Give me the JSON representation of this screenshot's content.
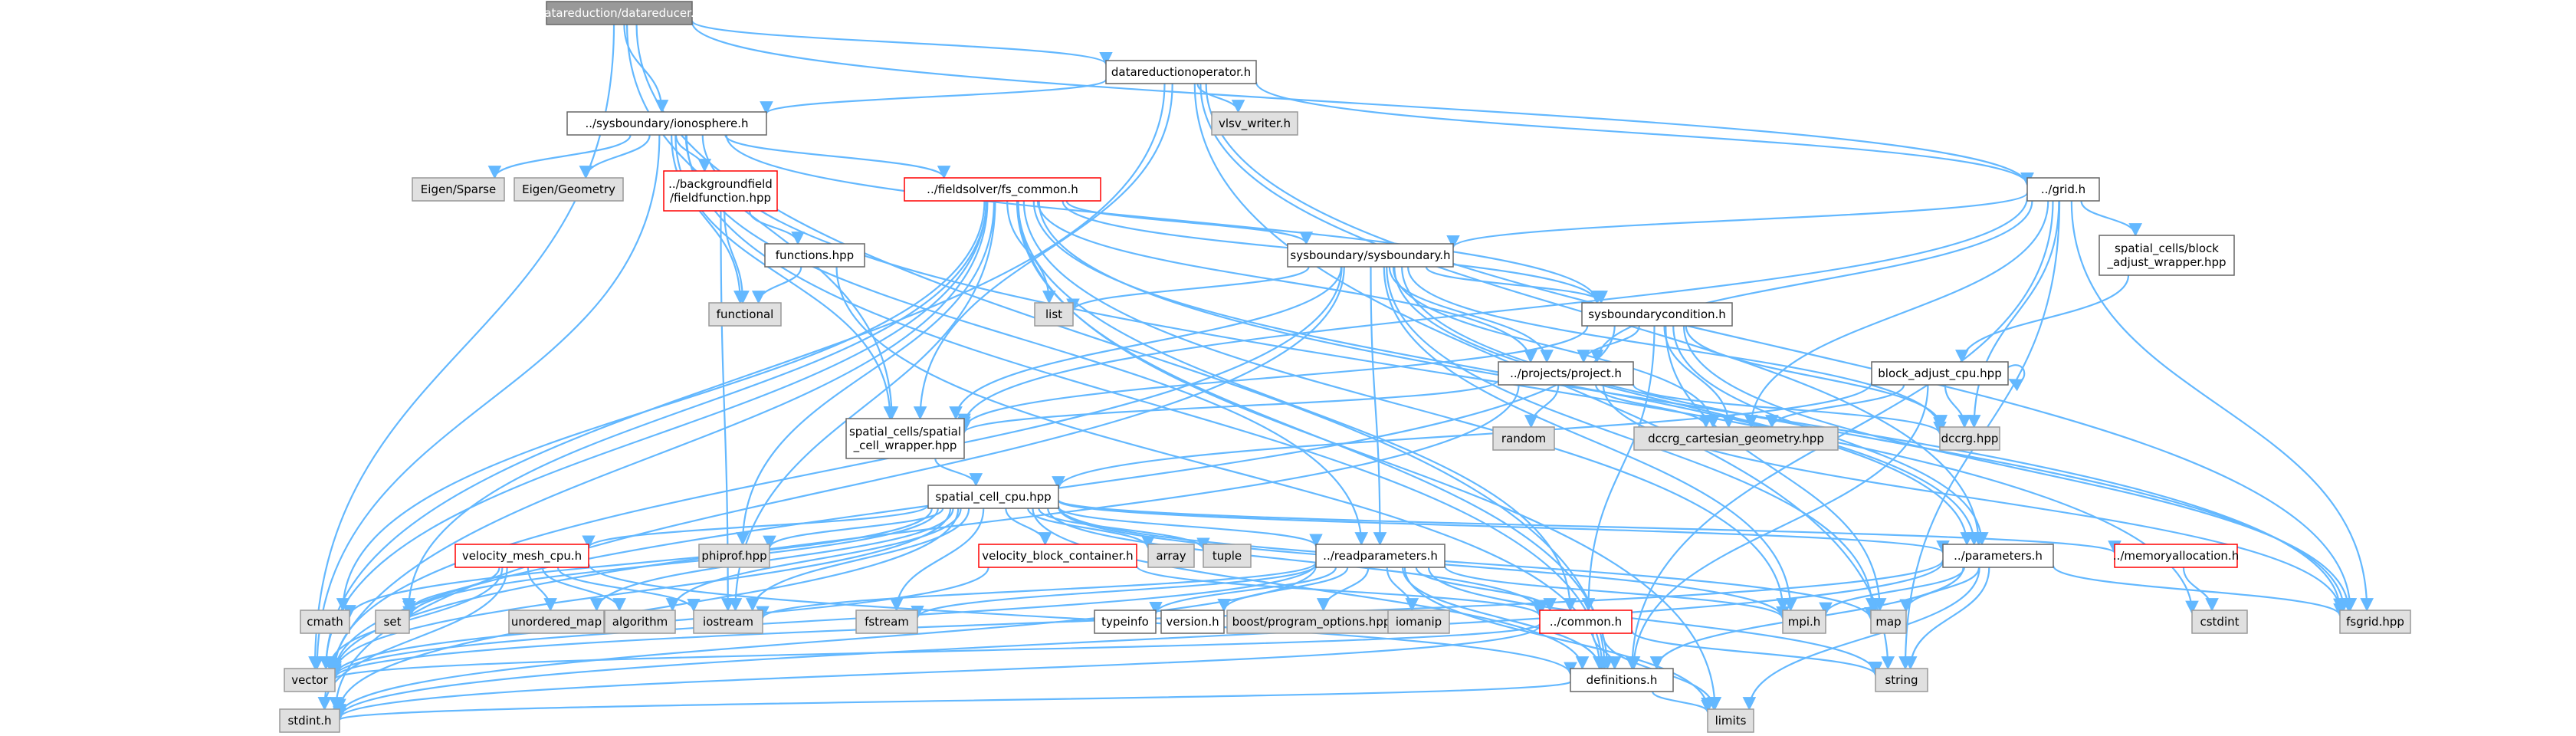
{
  "colors": {
    "edge": "#63b8ff",
    "root_fill": "#999999",
    "root_text": "#ffffff",
    "node_fill": "#ffffff",
    "node_border": "#666666",
    "system_fill": "#e0e0e0",
    "system_border": "#999999",
    "truncated_border": "#ff0000"
  },
  "nodes": {
    "root": {
      "lines": [
        "datareduction/datareducer.h"
      ],
      "kind": "root"
    },
    "dro": {
      "lines": [
        "datareductionoperator.h"
      ],
      "kind": "normal"
    },
    "vlsv": {
      "lines": [
        "vlsv_writer.h"
      ],
      "kind": "system"
    },
    "iono": {
      "lines": [
        "../sysboundary/ionosphere.h"
      ],
      "kind": "normal"
    },
    "grid": {
      "lines": [
        "../grid.h"
      ],
      "kind": "normal"
    },
    "eigen_sparse": {
      "lines": [
        "Eigen/Sparse"
      ],
      "kind": "system"
    },
    "eigen_geom": {
      "lines": [
        "Eigen/Geometry"
      ],
      "kind": "system"
    },
    "bgfield": {
      "lines": [
        "../backgroundfield",
        "/fieldfunction.hpp"
      ],
      "kind": "truncated"
    },
    "fscommon": {
      "lines": [
        "../fieldsolver/fs_common.h"
      ],
      "kind": "truncated"
    },
    "functionshpp": {
      "lines": [
        "functions.hpp"
      ],
      "kind": "normal"
    },
    "functional": {
      "lines": [
        "functional"
      ],
      "kind": "system"
    },
    "sysb": {
      "lines": [
        "sysboundary/sysboundary.h"
      ],
      "kind": "normal"
    },
    "sbabw": {
      "lines": [
        "spatial_cells/block",
        "_adjust_wrapper.hpp"
      ],
      "kind": "normal"
    },
    "list": {
      "lines": [
        "list"
      ],
      "kind": "system"
    },
    "sbcond": {
      "lines": [
        "sysboundarycondition.h"
      ],
      "kind": "normal"
    },
    "bacpu": {
      "lines": [
        "block_adjust_cpu.hpp"
      ],
      "kind": "normal"
    },
    "project": {
      "lines": [
        "../projects/project.h"
      ],
      "kind": "normal"
    },
    "random": {
      "lines": [
        "random"
      ],
      "kind": "system"
    },
    "dccrg_cart": {
      "lines": [
        "dccrg_cartesian_geometry.hpp"
      ],
      "kind": "system"
    },
    "dccrg": {
      "lines": [
        "dccrg.hpp"
      ],
      "kind": "system"
    },
    "scw": {
      "lines": [
        "spatial_cells/spatial",
        "_cell_wrapper.hpp"
      ],
      "kind": "normal"
    },
    "sccpu": {
      "lines": [
        "spatial_cell_cpu.hpp"
      ],
      "kind": "normal"
    },
    "vmesh": {
      "lines": [
        "velocity_mesh_cpu.h"
      ],
      "kind": "truncated"
    },
    "phiprof": {
      "lines": [
        "phiprof.hpp"
      ],
      "kind": "system"
    },
    "vbc": {
      "lines": [
        "velocity_block_container.h"
      ],
      "kind": "truncated"
    },
    "array": {
      "lines": [
        "array"
      ],
      "kind": "system"
    },
    "tuple": {
      "lines": [
        "tuple"
      ],
      "kind": "system"
    },
    "readparams": {
      "lines": [
        "../readparameters.h"
      ],
      "kind": "normal"
    },
    "params": {
      "lines": [
        "../parameters.h"
      ],
      "kind": "normal"
    },
    "memalloc": {
      "lines": [
        "../memoryallocation.h"
      ],
      "kind": "truncated"
    },
    "cstdint": {
      "lines": [
        "cstdint"
      ],
      "kind": "system"
    },
    "fsgrid": {
      "lines": [
        "fsgrid.hpp"
      ],
      "kind": "system"
    },
    "cmath": {
      "lines": [
        "cmath"
      ],
      "kind": "system"
    },
    "set": {
      "lines": [
        "set"
      ],
      "kind": "system"
    },
    "unordered_map": {
      "lines": [
        "unordered_map"
      ],
      "kind": "system"
    },
    "algorithm": {
      "lines": [
        "algorithm"
      ],
      "kind": "system"
    },
    "iostream": {
      "lines": [
        "iostream"
      ],
      "kind": "system"
    },
    "fstream": {
      "lines": [
        "fstream"
      ],
      "kind": "system"
    },
    "typeinfo": {
      "lines": [
        "typeinfo"
      ],
      "kind": "normal"
    },
    "version": {
      "lines": [
        "version.h"
      ],
      "kind": "normal"
    },
    "boostpo": {
      "lines": [
        "boost/program_options.hpp"
      ],
      "kind": "system"
    },
    "iomanip": {
      "lines": [
        "iomanip"
      ],
      "kind": "system"
    },
    "common": {
      "lines": [
        "../common.h"
      ],
      "kind": "truncated"
    },
    "mpi": {
      "lines": [
        "mpi.h"
      ],
      "kind": "system"
    },
    "map": {
      "lines": [
        "map"
      ],
      "kind": "system"
    },
    "vector": {
      "lines": [
        "vector"
      ],
      "kind": "system"
    },
    "string": {
      "lines": [
        "string"
      ],
      "kind": "system"
    },
    "definitions": {
      "lines": [
        "definitions.h"
      ],
      "kind": "normal"
    },
    "stdint": {
      "lines": [
        "stdint.h"
      ],
      "kind": "system"
    },
    "limits": {
      "lines": [
        "limits"
      ],
      "kind": "system"
    }
  },
  "edges": [
    [
      "root",
      "dro"
    ],
    [
      "root",
      "iono"
    ],
    [
      "root",
      "grid"
    ],
    [
      "root",
      "scw"
    ],
    [
      "root",
      "vector"
    ],
    [
      "root",
      "definitions"
    ],
    [
      "dro",
      "vlsv"
    ],
    [
      "dro",
      "iono"
    ],
    [
      "dro",
      "grid"
    ],
    [
      "dro",
      "params"
    ],
    [
      "dro",
      "fsgrid"
    ],
    [
      "dro",
      "vector"
    ],
    [
      "dro",
      "scw"
    ],
    [
      "dro",
      "string"
    ],
    [
      "iono",
      "eigen_sparse"
    ],
    [
      "iono",
      "eigen_geom"
    ],
    [
      "iono",
      "bgfield"
    ],
    [
      "iono",
      "fscommon"
    ],
    [
      "iono",
      "functional"
    ],
    [
      "iono",
      "sbcond"
    ],
    [
      "iono",
      "scw"
    ],
    [
      "iono",
      "readparams"
    ],
    [
      "iono",
      "vector"
    ],
    [
      "iono",
      "cstdint"
    ],
    [
      "iono",
      "definitions"
    ],
    [
      "bgfield",
      "functionshpp"
    ],
    [
      "bgfield",
      "functional"
    ],
    [
      "bgfield",
      "iostream"
    ],
    [
      "functionshpp",
      "functional"
    ],
    [
      "functionshpp",
      "definitions"
    ],
    [
      "fscommon",
      "sysb"
    ],
    [
      "fscommon",
      "sbcond"
    ],
    [
      "fscommon",
      "project"
    ],
    [
      "fscommon",
      "list"
    ],
    [
      "fscommon",
      "set"
    ],
    [
      "fscommon",
      "cmath"
    ],
    [
      "fscommon",
      "phiprof"
    ],
    [
      "fscommon",
      "iostream"
    ],
    [
      "fscommon",
      "fsgrid"
    ],
    [
      "fscommon",
      "params"
    ],
    [
      "fscommon",
      "mpi"
    ],
    [
      "fscommon",
      "common"
    ],
    [
      "fscommon",
      "vector"
    ],
    [
      "fscommon",
      "stdint"
    ],
    [
      "fscommon",
      "definitions"
    ],
    [
      "fscommon",
      "limits"
    ],
    [
      "grid",
      "sysb"
    ],
    [
      "grid",
      "sbabw"
    ],
    [
      "grid",
      "scw"
    ],
    [
      "grid",
      "project"
    ],
    [
      "grid",
      "dccrg_cart"
    ],
    [
      "grid",
      "dccrg"
    ],
    [
      "grid",
      "fsgrid"
    ],
    [
      "grid",
      "definitions"
    ],
    [
      "grid",
      "string"
    ],
    [
      "sbabw",
      "bacpu"
    ],
    [
      "sysb",
      "list"
    ],
    [
      "sysb",
      "sbcond"
    ],
    [
      "sysb",
      "project"
    ],
    [
      "sysb",
      "scw"
    ],
    [
      "sysb",
      "readparams"
    ],
    [
      "sysb",
      "dccrg"
    ],
    [
      "sysb",
      "dccrg_cart"
    ],
    [
      "sysb",
      "fsgrid"
    ],
    [
      "sysb",
      "map"
    ],
    [
      "sysb",
      "mpi"
    ],
    [
      "sysb",
      "vector"
    ],
    [
      "sysb",
      "stdint"
    ],
    [
      "sysb",
      "params"
    ],
    [
      "sbcond",
      "project"
    ],
    [
      "sbcond",
      "dccrg"
    ],
    [
      "sbcond",
      "dccrg_cart"
    ],
    [
      "sbcond",
      "fsgrid"
    ],
    [
      "sbcond",
      "scw"
    ],
    [
      "sbcond",
      "params"
    ],
    [
      "sbcond",
      "common"
    ],
    [
      "sbcond",
      "map"
    ],
    [
      "sbcond",
      "vector"
    ],
    [
      "bacpu",
      "bacpu"
    ],
    [
      "bacpu",
      "sccpu"
    ],
    [
      "bacpu",
      "dccrg_cart"
    ],
    [
      "bacpu",
      "dccrg"
    ],
    [
      "bacpu",
      "definitions"
    ],
    [
      "project",
      "random"
    ],
    [
      "project",
      "dccrg"
    ],
    [
      "project",
      "dccrg_cart"
    ],
    [
      "project",
      "scw"
    ],
    [
      "project",
      "fsgrid"
    ],
    [
      "project",
      "vector"
    ],
    [
      "scw",
      "sccpu"
    ],
    [
      "sccpu",
      "vmesh"
    ],
    [
      "sccpu",
      "phiprof"
    ],
    [
      "sccpu",
      "vbc"
    ],
    [
      "sccpu",
      "array"
    ],
    [
      "sccpu",
      "tuple"
    ],
    [
      "sccpu",
      "readparams"
    ],
    [
      "sccpu",
      "params"
    ],
    [
      "sccpu",
      "memalloc"
    ],
    [
      "sccpu",
      "cmath"
    ],
    [
      "sccpu",
      "set"
    ],
    [
      "sccpu",
      "algorithm"
    ],
    [
      "sccpu",
      "iostream"
    ],
    [
      "sccpu",
      "fstream"
    ],
    [
      "sccpu",
      "mpi"
    ],
    [
      "sccpu",
      "map"
    ],
    [
      "sccpu",
      "common"
    ],
    [
      "sccpu",
      "vector"
    ],
    [
      "sccpu",
      "definitions"
    ],
    [
      "sccpu",
      "stdint"
    ],
    [
      "sccpu",
      "unordered_map"
    ],
    [
      "vmesh",
      "set"
    ],
    [
      "vmesh",
      "unordered_map"
    ],
    [
      "vmesh",
      "algorithm"
    ],
    [
      "vmesh",
      "iostream"
    ],
    [
      "vmesh",
      "vector"
    ],
    [
      "vmesh",
      "stdint"
    ],
    [
      "vmesh",
      "definitions"
    ],
    [
      "vbc",
      "common"
    ],
    [
      "vbc",
      "vector"
    ],
    [
      "readparams",
      "typeinfo"
    ],
    [
      "readparams",
      "version"
    ],
    [
      "readparams",
      "boostpo"
    ],
    [
      "readparams",
      "iomanip"
    ],
    [
      "readparams",
      "common"
    ],
    [
      "readparams",
      "mpi"
    ],
    [
      "readparams",
      "fstream"
    ],
    [
      "readparams",
      "iostream"
    ],
    [
      "readparams",
      "vector"
    ],
    [
      "readparams",
      "string"
    ],
    [
      "readparams",
      "limits"
    ],
    [
      "readparams",
      "stdint"
    ],
    [
      "readparams",
      "definitions"
    ],
    [
      "params",
      "mpi"
    ],
    [
      "params",
      "map"
    ],
    [
      "params",
      "fsgrid"
    ],
    [
      "params",
      "string"
    ],
    [
      "params",
      "vector"
    ],
    [
      "params",
      "definitions"
    ],
    [
      "params",
      "limits"
    ],
    [
      "params",
      "stdint"
    ],
    [
      "memalloc",
      "cstdint"
    ],
    [
      "common",
      "vector"
    ],
    [
      "common",
      "string"
    ],
    [
      "common",
      "definitions"
    ],
    [
      "common",
      "limits"
    ],
    [
      "common",
      "stdint"
    ],
    [
      "definitions",
      "stdint"
    ],
    [
      "definitions",
      "limits"
    ]
  ]
}
